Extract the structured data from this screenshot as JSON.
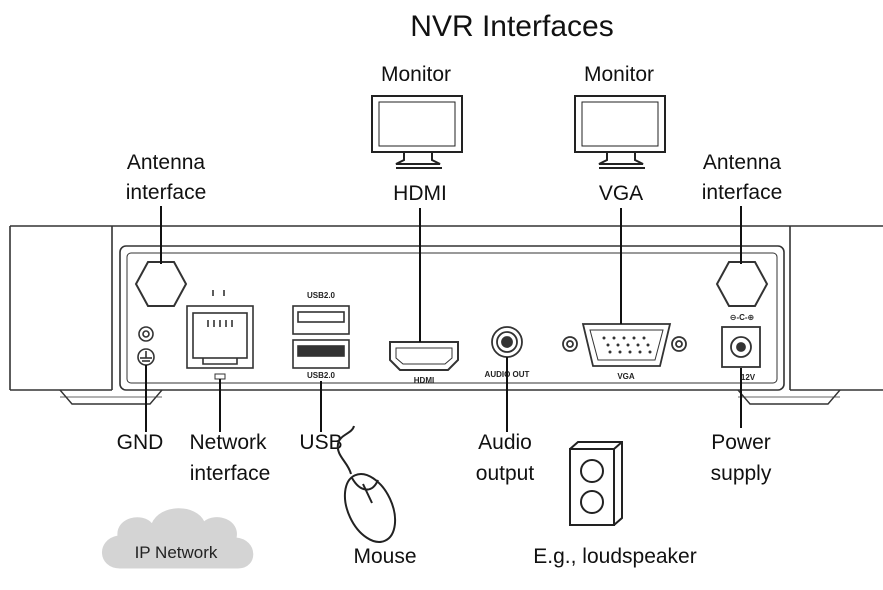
{
  "title": "NVR Interfaces",
  "labels": {
    "monitor_left": "Monitor",
    "monitor_right": "Monitor",
    "antenna_left_1": "Antenna",
    "antenna_left_2": "interface",
    "antenna_right_1": "Antenna",
    "antenna_right_2": "interface",
    "hdmi": "HDMI",
    "vga": "VGA",
    "gnd": "GND",
    "network_1": "Network",
    "network_2": "interface",
    "usb": "USB",
    "audio_1": "Audio",
    "audio_2": "output",
    "power_1": "Power",
    "power_2": "supply",
    "mouse": "Mouse",
    "speaker": "E.g., loudspeaker",
    "ip_network": "IP Network"
  },
  "panel_text": {
    "usb_top": "USB2.0",
    "usb_bottom": "USB2.0",
    "hdmi_logo": "HDMI",
    "audio_out": "AUDIO OUT",
    "vga": "VGA",
    "power_rating": "12V",
    "power_polarity": "⊖-C-⊕"
  }
}
